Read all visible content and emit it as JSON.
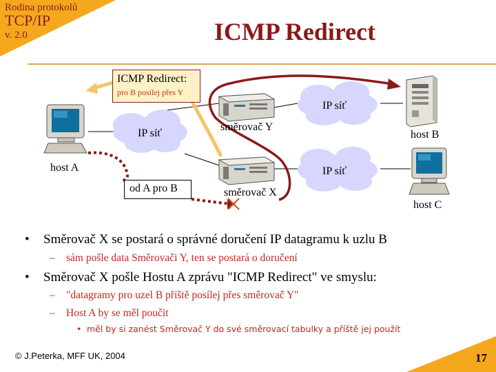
{
  "header": {
    "series": "Rodina protokolů",
    "series_title": "TCP/IP",
    "version": "v. 2.0",
    "title": "ICMP Redirect"
  },
  "diagram": {
    "callout_title": "ICMP Redirect:",
    "callout_sub": "pro B posílej přes Y",
    "net_left": "IP síť",
    "net_top_right": "IP síť",
    "net_bottom_right": "IP síť",
    "router_y": "směrovač Y",
    "router_x": "směrovač X",
    "host_a": "host A",
    "host_b": "host B",
    "host_c": "host C",
    "box_label": "od A pro B",
    "colors": {
      "path": "#8b1a1a",
      "redirect": "#f5c463",
      "cloud": "#d6d6ff",
      "cross": "#e05020"
    }
  },
  "bullets": [
    {
      "text": "Směrovač X se postará o správné doručení IP datagramu k uzlu B",
      "subs": [
        {
          "text": "sám pošle data Směrovači Y, ten se postará o doručení"
        }
      ]
    },
    {
      "text": "Směrovač X pošle Hostu A zprávu \"ICMP Redirect\" ve smyslu:",
      "subs": [
        {
          "text": "\"datagramy pro uzel B příště posílej přes směrovač Y\""
        },
        {
          "text": "Host A by se měl poučit"
        }
      ],
      "subsub": "měl by si zanést Směrovač Y do své směrovací tabulky a příště jej použít"
    }
  ],
  "symbols": {
    "bullet": "•",
    "dash": "–"
  },
  "footer": {
    "copyright": "© J.Peterka, MFF UK, 2004",
    "page": "17"
  }
}
